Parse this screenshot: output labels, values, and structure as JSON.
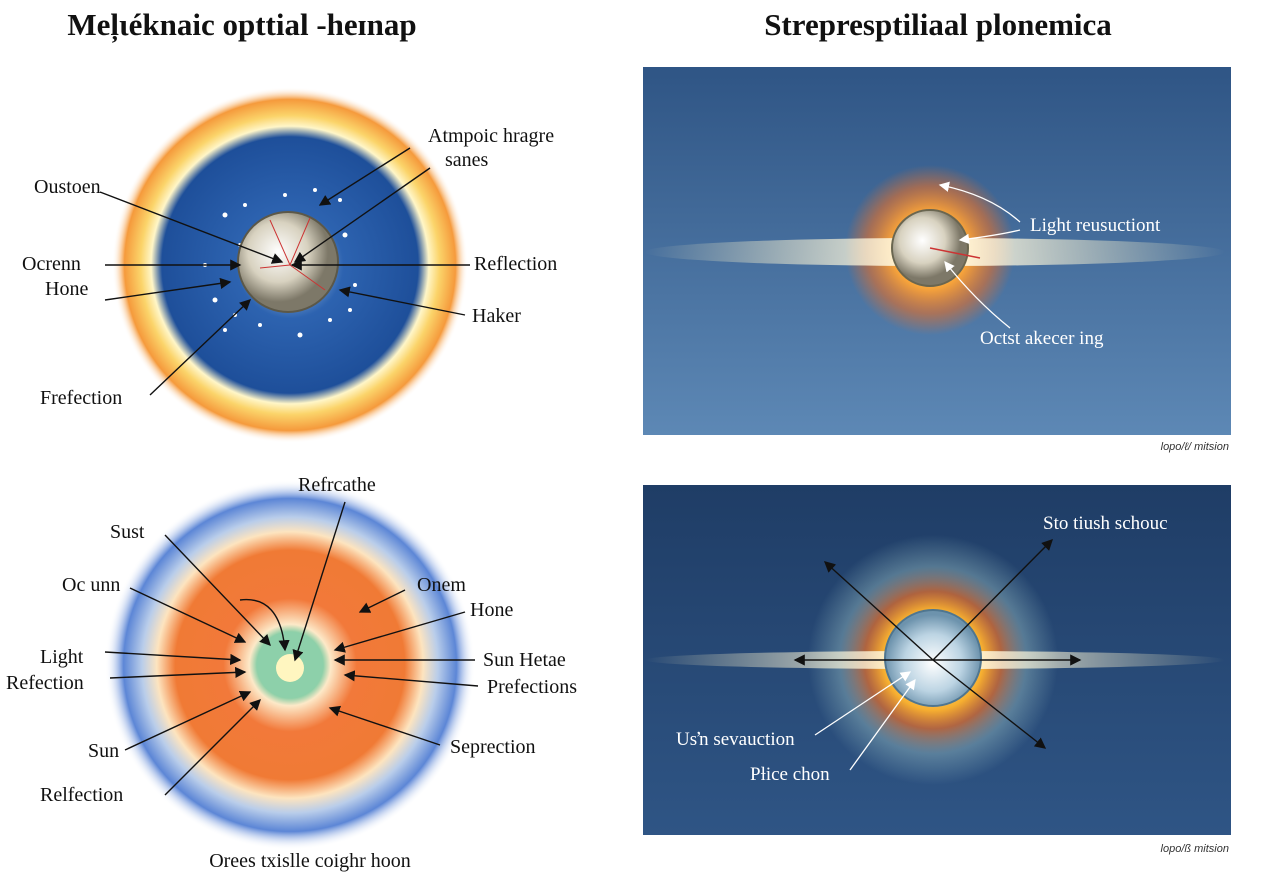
{
  "panels": {
    "top_left": {
      "title": "Meļιéknaic opttial -heɪnap",
      "labels": [
        "Atmpoic hragre",
        "sanes",
        "Oustoen",
        "Ocrenn",
        "Hone",
        "Reflection",
        "Haker",
        "Frefection"
      ]
    },
    "top_right": {
      "title": "Strepresptiliaal plonemica",
      "labels": [
        "Light reusuctiont",
        "Octst akecer ing"
      ],
      "caption": "lopo/ℓ/ mitsion"
    },
    "bottom_left": {
      "labels": [
        "Refrcathe",
        "Sust",
        "Oc unn",
        "Onem",
        "Hone",
        "Light",
        "Refection",
        "Sun Hetae",
        "Prefections",
        "Sun",
        "Seprection",
        "Relfection"
      ],
      "caption": "Orees txislle coighr hoon"
    },
    "bottom_right": {
      "labels": [
        "Sto tiush schouc",
        "Usŉ sevauction",
        "Pƚice chon"
      ],
      "caption": "lopo/ß mitsion"
    }
  }
}
